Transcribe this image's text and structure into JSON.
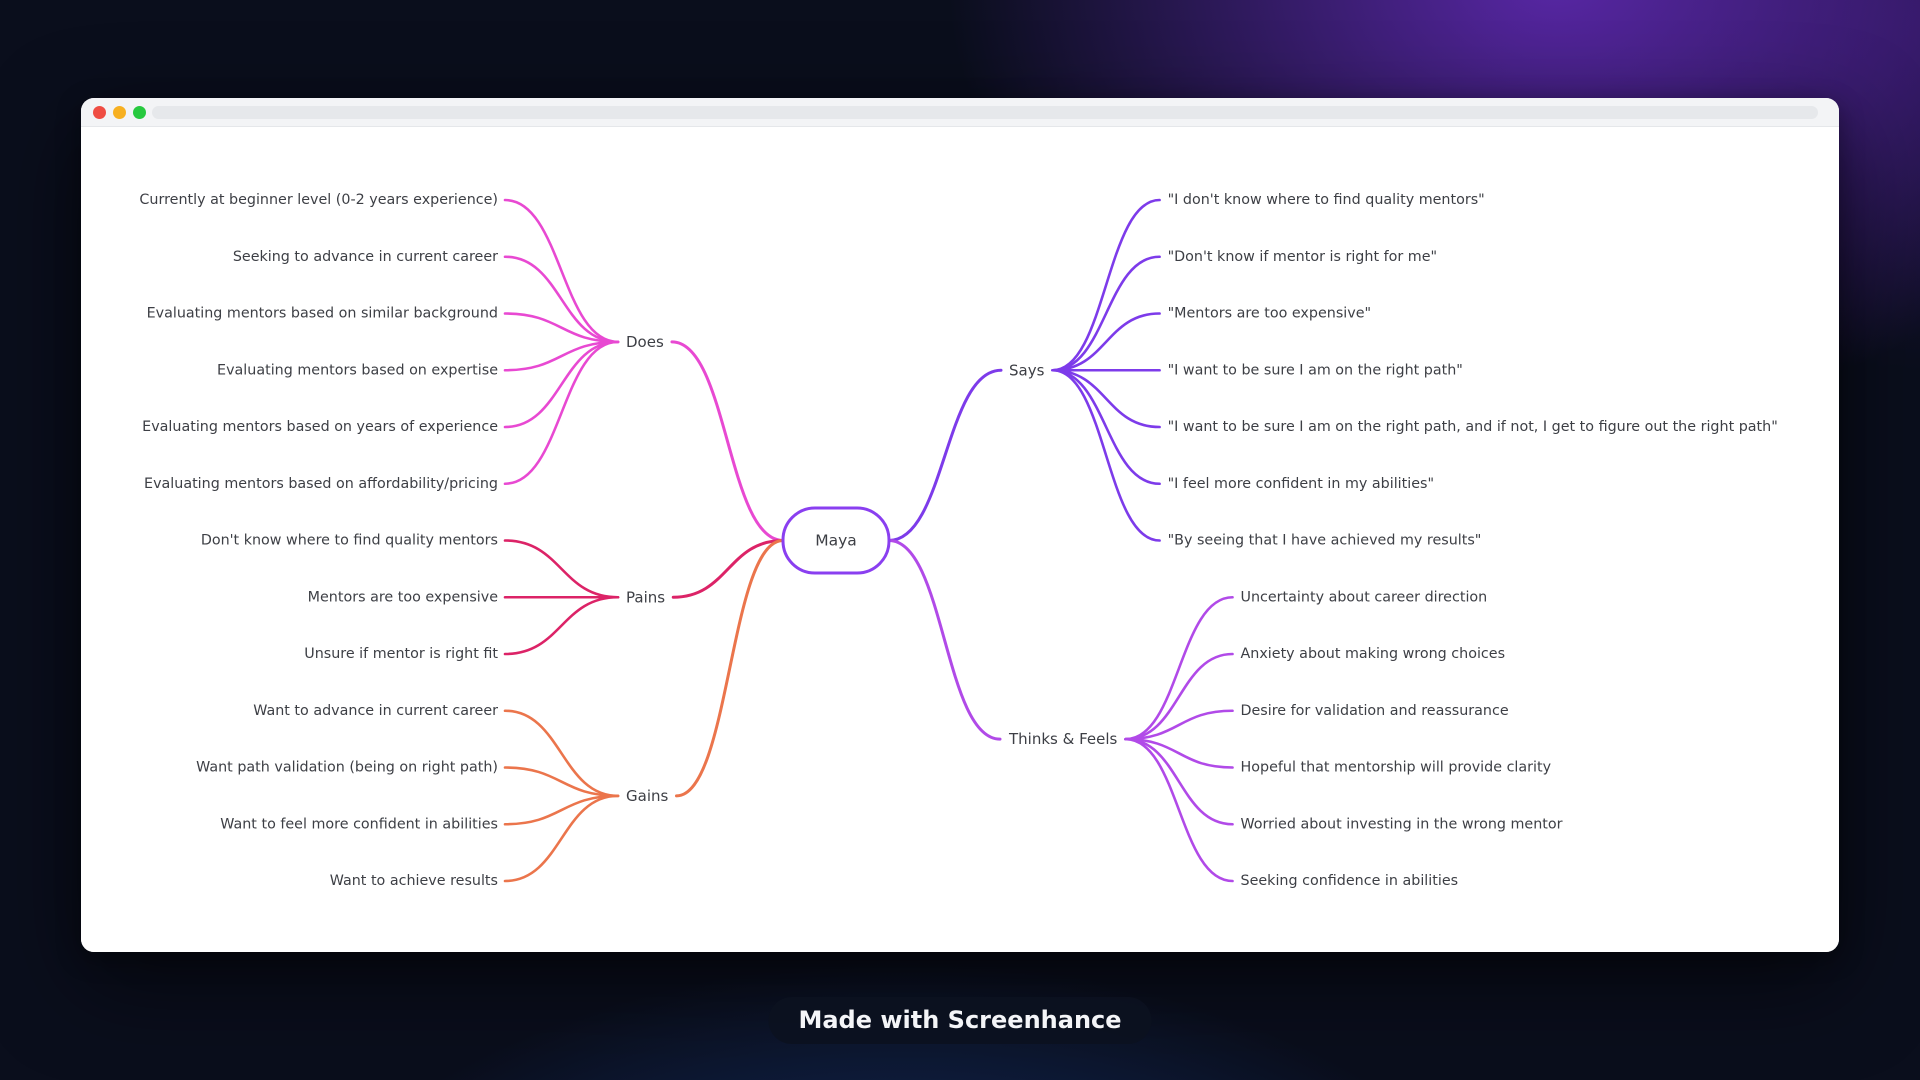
{
  "window": {
    "controls": [
      "close",
      "minimize",
      "maximize"
    ],
    "address_bar_value": ""
  },
  "badge": {
    "text": "Made with Screenhance"
  },
  "mindmap": {
    "root": {
      "label": "Maya",
      "color": "#8a3ff0"
    },
    "branches": [
      {
        "id": "does",
        "label": "Does",
        "side": "left",
        "color": "#e849d2",
        "children": [
          "Currently at beginner level (0-2 years experience)",
          "Seeking to advance in current career",
          "Evaluating mentors based on similar background",
          "Evaluating mentors based on expertise",
          "Evaluating mentors based on years of experience",
          "Evaluating mentors based on affordability/pricing"
        ]
      },
      {
        "id": "pains",
        "label": "Pains",
        "side": "left",
        "color": "#dc2367",
        "children": [
          "Don't know where to find quality mentors",
          "Mentors are too expensive",
          "Unsure if mentor is right fit"
        ]
      },
      {
        "id": "gains",
        "label": "Gains",
        "side": "left",
        "color": "#eb754c",
        "children": [
          "Want to advance in current career",
          "Want path validation (being on right path)",
          "Want to feel more confident in abilities",
          "Want to achieve results"
        ]
      },
      {
        "id": "says",
        "label": "Says",
        "side": "right",
        "color": "#7d3bea",
        "children": [
          "\"I don't know where to find quality mentors\"",
          "\"Don't know if mentor is right for me\"",
          "\"Mentors are too expensive\"",
          "\"I want to be sure I am on the right path\"",
          "\"I want to be sure I am on the right path, and if not, I get to figure out the right path\"",
          "\"I feel more confident in my abilities\"",
          "\"By seeing that I have achieved my results\""
        ]
      },
      {
        "id": "thinks",
        "label": "Thinks & Feels",
        "side": "right",
        "color": "#b14ae8",
        "children": [
          "Uncertainty about career direction",
          "Anxiety about making wrong choices",
          "Desire for validation and reassurance",
          "Hopeful that mentorship will provide clarity",
          "Worried about investing in the wrong mentor",
          "Seeking confidence in abilities"
        ]
      }
    ]
  }
}
